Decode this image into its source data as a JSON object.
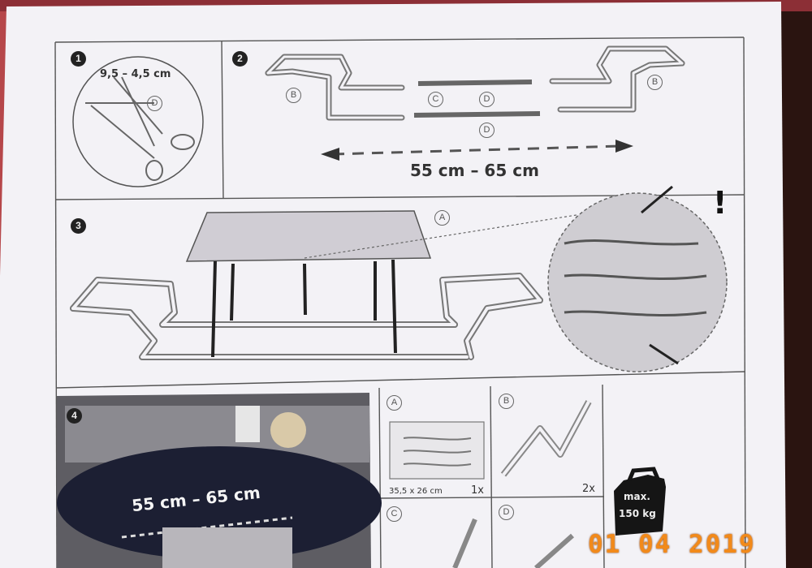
{
  "steps": [
    "1",
    "2",
    "3",
    "4"
  ],
  "step1": {
    "cut_length": "9,5 – 4,5 cm",
    "part": "D"
  },
  "step2": {
    "parts": [
      "B",
      "C",
      "D",
      "D",
      "B"
    ],
    "width_range": "55 cm – 65 cm"
  },
  "step3": {
    "part": "A",
    "warning": "!"
  },
  "step4": {
    "width_range": "55 cm – 65 cm"
  },
  "parts_list": [
    {
      "id": "A",
      "size": "35,5 x 26 cm",
      "qty": "1x"
    },
    {
      "id": "B",
      "qty": "2x"
    },
    {
      "id": "C"
    },
    {
      "id": "D"
    }
  ],
  "max_load": {
    "line1": "max.",
    "line2": "150 kg"
  },
  "date_stamp": "01 04 2019"
}
